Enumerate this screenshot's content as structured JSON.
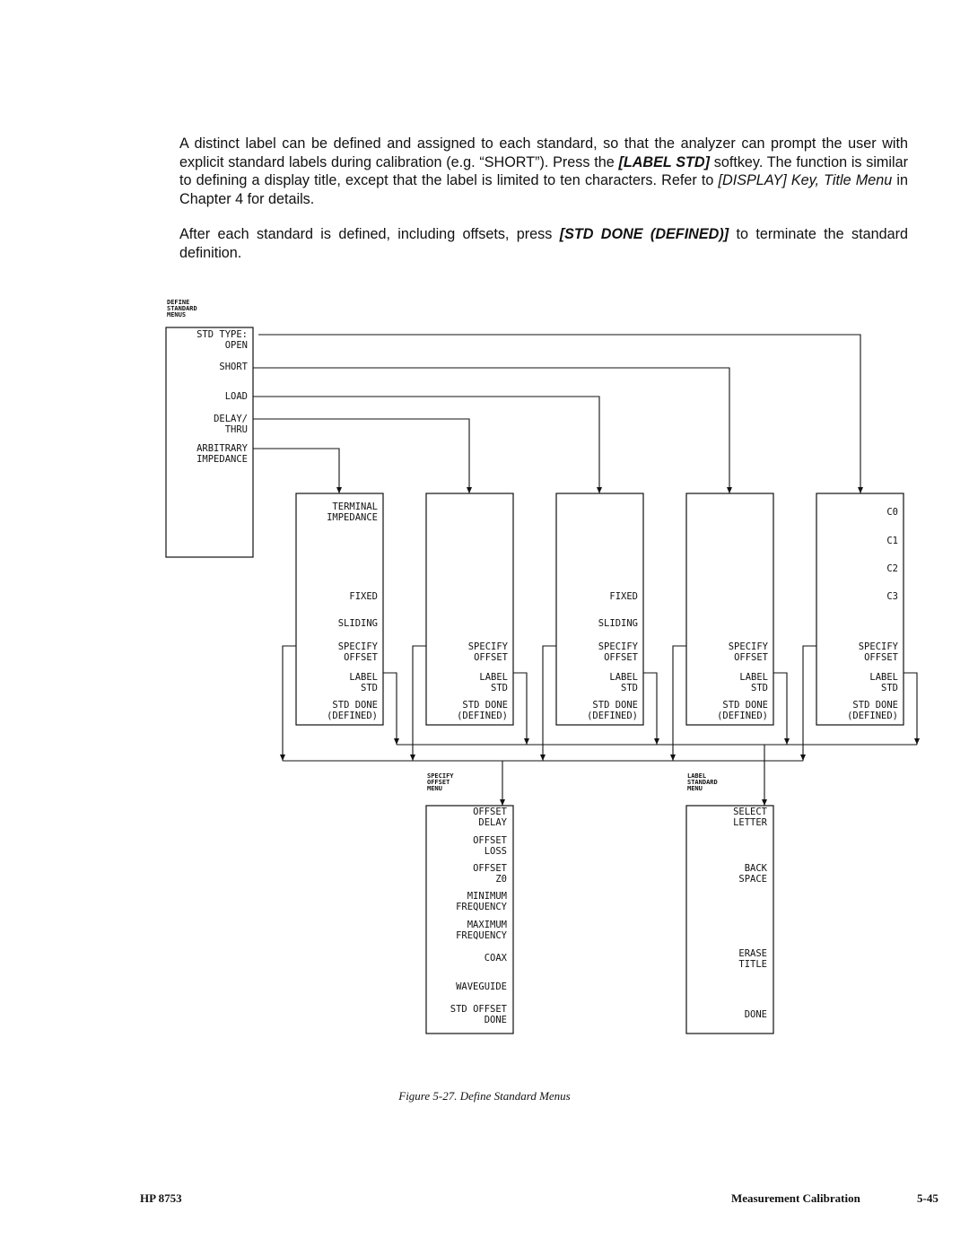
{
  "body": {
    "p1_a": "A distinct label can be defined and assigned to each standard, so that the analyzer can prompt the user with explicit standard labels during calibration (e.g. “SHORT”). Press the ",
    "p1_key": "[LABEL STD]",
    "p1_b": " softkey. The function is similar to defining a display title, except that the label is limited to ten characters. Refer to ",
    "p1_ref": "[DISPLAY] Key, Title Menu",
    "p1_c": " in Chapter 4 for details.",
    "p2_a": "After each standard is defined, including offsets, press ",
    "p2_key": "[STD DONE (DEFINED)]",
    "p2_b": " to terminate the standard definition."
  },
  "diagram": {
    "define_menu_title": [
      "DEFINE",
      "STANDARD",
      "MENUS"
    ],
    "define_menu_items": [
      [
        "STD TYPE:",
        "OPEN"
      ],
      [
        "SHORT"
      ],
      [
        "LOAD"
      ],
      [
        "DELAY/",
        "THRU"
      ],
      [
        "ARBITRARY",
        "IMPEDANCE"
      ]
    ],
    "terminal_menu": [
      [
        "TERMINAL",
        "IMPEDANCE"
      ],
      [
        "FIXED"
      ],
      [
        "SLIDING"
      ],
      [
        "SPECIFY",
        "OFFSET"
      ],
      [
        "LABEL",
        "STD"
      ],
      [
        "STD DONE",
        "(DEFINED)"
      ]
    ],
    "delay_menu": [
      [
        "SPECIFY",
        "OFFSET"
      ],
      [
        "LABEL",
        "STD"
      ],
      [
        "STD DONE",
        "(DEFINED)"
      ]
    ],
    "load_menu": [
      [
        "FIXED"
      ],
      [
        "SLIDING"
      ],
      [
        "SPECIFY",
        "OFFSET"
      ],
      [
        "LABEL",
        "STD"
      ],
      [
        "STD DONE",
        "(DEFINED)"
      ]
    ],
    "short_menu": [
      [
        "SPECIFY",
        "OFFSET"
      ],
      [
        "LABEL",
        "STD"
      ],
      [
        "STD DONE",
        "(DEFINED)"
      ]
    ],
    "open_menu": [
      [
        "C0"
      ],
      [
        "C1"
      ],
      [
        "C2"
      ],
      [
        "C3"
      ],
      [
        "SPECIFY",
        "OFFSET"
      ],
      [
        "LABEL",
        "STD"
      ],
      [
        "STD DONE",
        "(DEFINED)"
      ]
    ],
    "specify_offset_title": [
      "SPECIFY",
      "OFFSET",
      "MENU"
    ],
    "specify_offset_items": [
      [
        "OFFSET",
        "DELAY"
      ],
      [
        "OFFSET",
        "LOSS"
      ],
      [
        "OFFSET",
        "Z0"
      ],
      [
        "MINIMUM",
        "FREQUENCY"
      ],
      [
        "MAXIMUM",
        "FREQUENCY"
      ],
      [
        "COAX"
      ],
      [
        "WAVEGUIDE"
      ],
      [
        "STD OFFSET",
        "DONE"
      ]
    ],
    "label_std_title": [
      "LABEL",
      "STANDARD",
      "MENU"
    ],
    "label_std_items": [
      [
        "SELECT",
        "LETTER"
      ],
      [
        "BACK",
        "SPACE"
      ],
      [
        "ERASE",
        "TITLE"
      ],
      [
        "DONE"
      ]
    ]
  },
  "caption": "Figure 5-27.   Define Standard Menus",
  "footer": {
    "left": "HP 8753",
    "right": "Measurement Calibration",
    "page": "5-45"
  }
}
